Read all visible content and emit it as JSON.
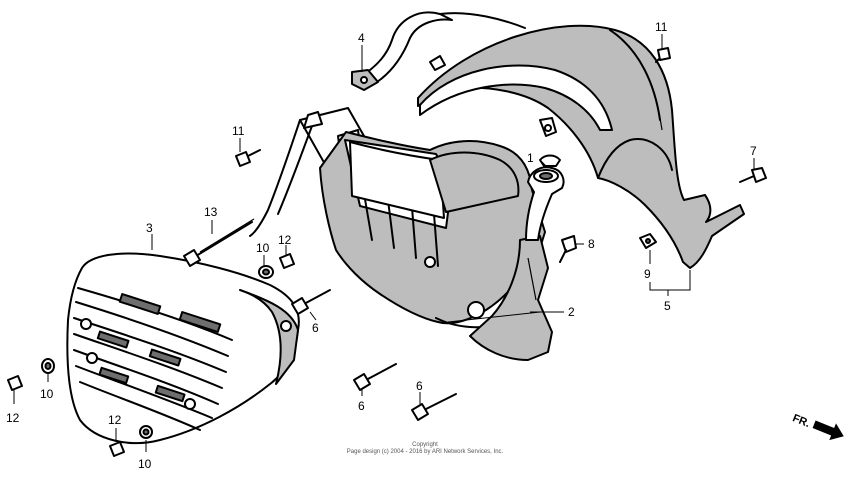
{
  "callouts": {
    "c1": "1",
    "c2": "2",
    "c3": "3",
    "c4": "4",
    "c5": "5",
    "c6a": "6",
    "c6b": "6",
    "c6c": "6",
    "c7": "7",
    "c8": "8",
    "c9": "9",
    "c10a": "10",
    "c10b": "10",
    "c10c": "10",
    "c11a": "11",
    "c11b": "11",
    "c12a": "12",
    "c12b": "12",
    "c12c": "12",
    "c13": "13"
  },
  "front_marker": "FR.",
  "copyright": {
    "line1": "Copyright",
    "line2": "Page design (c) 2004 - 2016 by ARI Network Services, Inc."
  }
}
